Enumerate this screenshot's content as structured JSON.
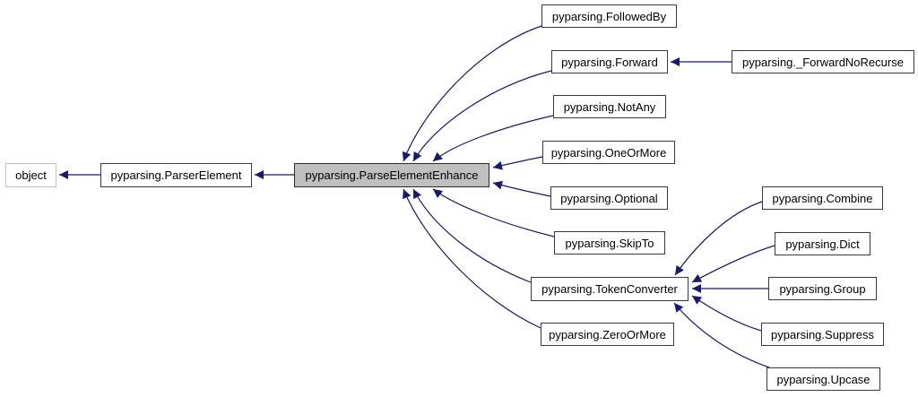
{
  "diagram": {
    "kind": "class-inheritance-graph",
    "colors": {
      "edge": "#191970",
      "highlight_node_fill": "#bfbfbf",
      "node_border": "#3a3a3a",
      "external_node_border": "#c0c0c0",
      "background": "#ffffff"
    },
    "nodes": {
      "object": {
        "label": "object"
      },
      "parser_element": {
        "label": "pyparsing.ParserElement"
      },
      "parse_element_enhance": {
        "label": "pyparsing.ParseElementEnhance"
      },
      "followed_by": {
        "label": "pyparsing.FollowedBy"
      },
      "forward": {
        "label": "pyparsing.Forward"
      },
      "forward_no_recurse": {
        "label": "pyparsing._ForwardNoRecurse"
      },
      "not_any": {
        "label": "pyparsing.NotAny"
      },
      "one_or_more": {
        "label": "pyparsing.OneOrMore"
      },
      "optional": {
        "label": "pyparsing.Optional"
      },
      "skip_to": {
        "label": "pyparsing.SkipTo"
      },
      "token_converter": {
        "label": "pyparsing.TokenConverter"
      },
      "zero_or_more": {
        "label": "pyparsing.ZeroOrMore"
      },
      "combine": {
        "label": "pyparsing.Combine"
      },
      "dict": {
        "label": "pyparsing.Dict"
      },
      "group": {
        "label": "pyparsing.Group"
      },
      "suppress": {
        "label": "pyparsing.Suppress"
      },
      "upcase": {
        "label": "pyparsing.Upcase"
      }
    },
    "edges": [
      {
        "from": "pyparsing.ParserElement",
        "to": "object"
      },
      {
        "from": "pyparsing.ParseElementEnhance",
        "to": "pyparsing.ParserElement"
      },
      {
        "from": "pyparsing.FollowedBy",
        "to": "pyparsing.ParseElementEnhance"
      },
      {
        "from": "pyparsing.Forward",
        "to": "pyparsing.ParseElementEnhance"
      },
      {
        "from": "pyparsing.NotAny",
        "to": "pyparsing.ParseElementEnhance"
      },
      {
        "from": "pyparsing.OneOrMore",
        "to": "pyparsing.ParseElementEnhance"
      },
      {
        "from": "pyparsing.Optional",
        "to": "pyparsing.ParseElementEnhance"
      },
      {
        "from": "pyparsing.SkipTo",
        "to": "pyparsing.ParseElementEnhance"
      },
      {
        "from": "pyparsing.TokenConverter",
        "to": "pyparsing.ParseElementEnhance"
      },
      {
        "from": "pyparsing.ZeroOrMore",
        "to": "pyparsing.ParseElementEnhance"
      },
      {
        "from": "pyparsing._ForwardNoRecurse",
        "to": "pyparsing.Forward"
      },
      {
        "from": "pyparsing.Combine",
        "to": "pyparsing.TokenConverter"
      },
      {
        "from": "pyparsing.Dict",
        "to": "pyparsing.TokenConverter"
      },
      {
        "from": "pyparsing.Group",
        "to": "pyparsing.TokenConverter"
      },
      {
        "from": "pyparsing.Suppress",
        "to": "pyparsing.TokenConverter"
      },
      {
        "from": "pyparsing.Upcase",
        "to": "pyparsing.TokenConverter"
      }
    ]
  }
}
